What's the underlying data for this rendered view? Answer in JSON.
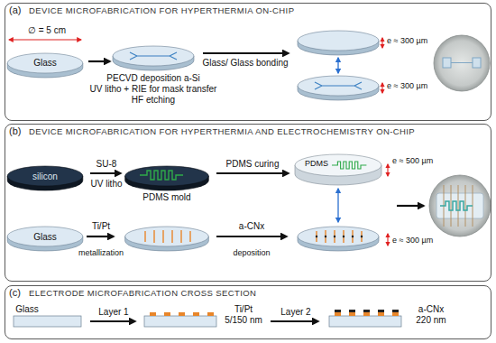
{
  "diagram": {
    "nodes": [
      {
        "text": [
          "(a)",
          "DEVICE MICROFABRICATION FOR HYPERTHERMIA ON-CHIP"
        ]
      },
      {
        "text": [
          "(b)",
          "DEVICE MICROFABRICATION FOR HYPERTHERMIA AND ELECTROCHEMISTRY ON-CHIP"
        ]
      },
      {
        "text": [
          "(c)",
          "ELECTRODE MICROFABRICATION CROSS SECTION"
        ]
      }
    ],
    "labels": [
      "∅ = 5 cm",
      "Glass",
      "PECVD deposition a-Si",
      "UV litho + RIE for mask transfer",
      "HF etching",
      "Glass/ Glass bonding",
      "e ≈ 300 µm",
      "e ≈ 300 µm",
      "silicon",
      "SU-8",
      "UV litho",
      "PDMS mold",
      "PDMS curing",
      "PDMS",
      "e ≈ 500 µm",
      "Glass",
      "Ti/Pt",
      "metallization",
      "a-CNx",
      "deposition",
      "e ≈ 300 µm",
      "Glass",
      "Layer 1",
      "Ti/Pt",
      "5/150 nm",
      "Layer 2",
      "a-CNx",
      "220 nm"
    ]
  }
}
